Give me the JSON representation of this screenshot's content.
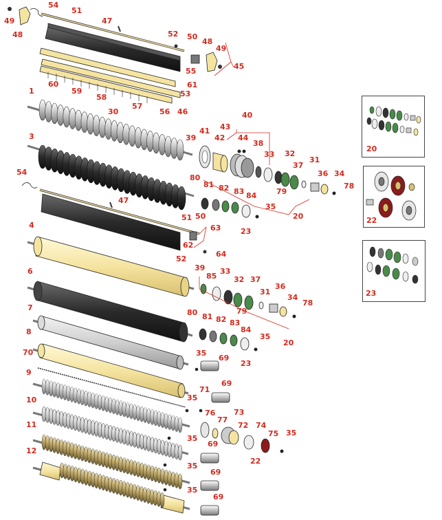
{
  "colors": {
    "label": "#d42a1e",
    "yellow": "#f6e7a5",
    "black": "#2a2a2a",
    "grey": "#cfcfcf"
  },
  "labels": {
    "top_assembly": [
      "49",
      "48",
      "54",
      "51",
      "47",
      "52",
      "50",
      "48",
      "49",
      "45",
      "55",
      "53",
      "61",
      "60",
      "59",
      "58",
      "57",
      "56",
      "46"
    ],
    "roller_1": [
      "1",
      "30",
      "39",
      "41",
      "42",
      "43",
      "44",
      "40",
      "38",
      "33",
      "32",
      "37",
      "31",
      "36",
      "34",
      "78",
      "79",
      "20"
    ],
    "roller_3": [
      "3",
      "80",
      "81",
      "82",
      "83",
      "84",
      "35",
      "23"
    ],
    "frame_2": [
      "54",
      "47",
      "51",
      "50",
      "63",
      "62",
      "52",
      "64"
    ],
    "roller_4": [
      "4",
      "39",
      "85",
      "33",
      "32",
      "37",
      "31",
      "36",
      "34",
      "78",
      "79",
      "20"
    ],
    "roller_6": [
      "6",
      "80",
      "81",
      "82",
      "83",
      "84",
      "35",
      "23"
    ],
    "roller_7": [
      "7",
      "35",
      "69"
    ],
    "roller_8": [
      "8",
      "70",
      "71",
      "35",
      "69"
    ],
    "roller_9": [
      "9",
      "69"
    ],
    "roller_10": [
      "10",
      "35",
      "76",
      "77",
      "73",
      "72",
      "74",
      "75",
      "35",
      "22",
      "69"
    ],
    "roller_11": [
      "11",
      "35",
      "69"
    ],
    "roller_12": [
      "12",
      "35",
      "69"
    ]
  },
  "insets": [
    {
      "id": "20",
      "label": "20"
    },
    {
      "id": "22",
      "label": "22"
    },
    {
      "id": "23",
      "label": "23"
    }
  ]
}
